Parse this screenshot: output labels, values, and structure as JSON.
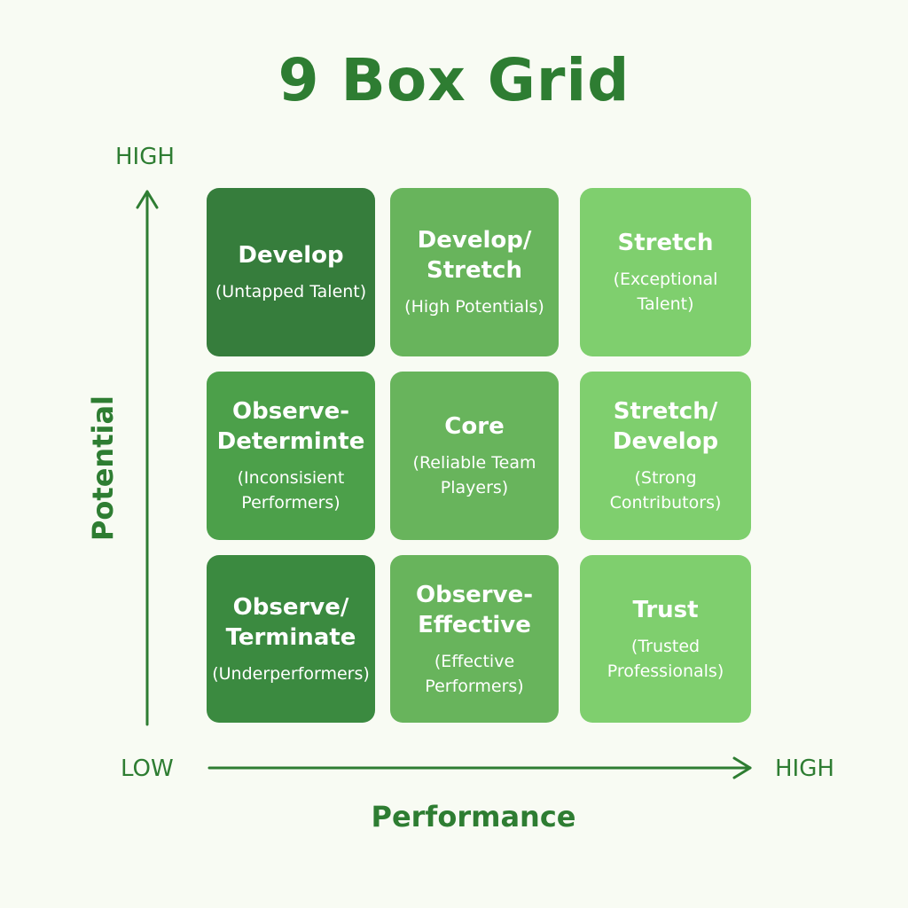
{
  "title": "9 Box Grid",
  "axes": {
    "y_high": "HIGH",
    "y_title": "Potential",
    "x_low": "LOW",
    "x_high": "HIGH",
    "x_title": "Performance"
  },
  "boxes": [
    {
      "title": "Develop",
      "subtitle": "(Untapped Talent)",
      "color": "#367d3c"
    },
    {
      "title": "Develop/\nStretch",
      "subtitle": "(High Potentials)",
      "color": "#68b45c"
    },
    {
      "title": "Stretch",
      "subtitle": "(Exceptional\nTalent)",
      "color": "#7fcf6e"
    },
    {
      "title": "Observe-\nDeterminte",
      "subtitle": "(Inconsisient\nPerformers)",
      "color": "#4ca04a"
    },
    {
      "title": "Core",
      "subtitle": "(Reliable Team\nPlayers)",
      "color": "#68b45c"
    },
    {
      "title": "Stretch/\nDevelop",
      "subtitle": "(Strong\nContributors)",
      "color": "#7fcf6e"
    },
    {
      "title": "Observe/\nTerminate",
      "subtitle": "(Underperformers)",
      "color": "#3b8a40"
    },
    {
      "title": "Observe-\nEffective",
      "subtitle": "(Effective\nPerformers)",
      "color": "#68b45c"
    },
    {
      "title": "Trust",
      "subtitle": "(Trusted\nProfessionals)",
      "color": "#7fcf6e"
    }
  ],
  "colors": {
    "accent": "#2e7d32",
    "background": "#f8fbf3"
  }
}
